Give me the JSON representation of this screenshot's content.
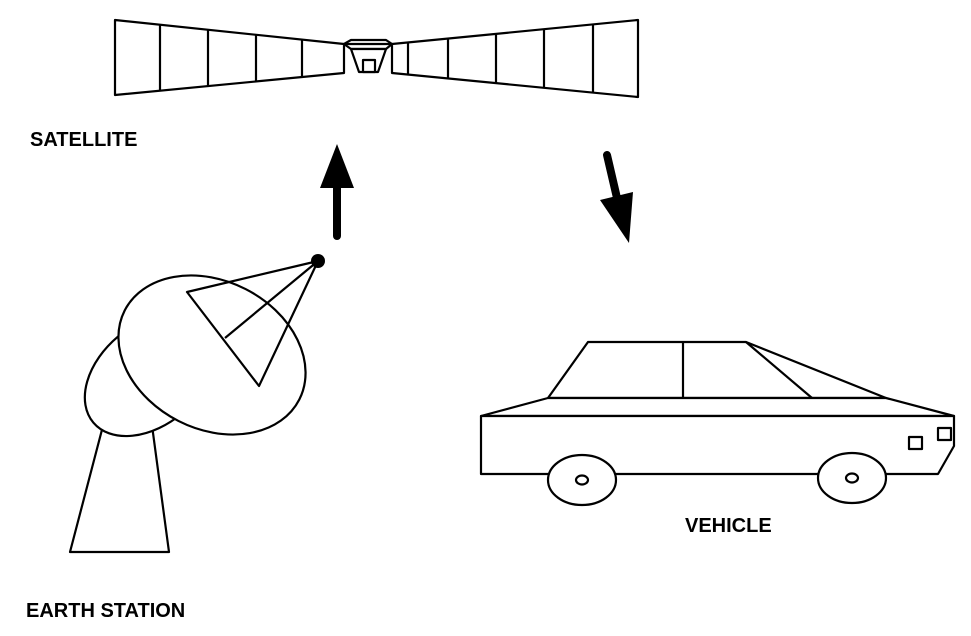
{
  "labels": {
    "satellite": "SATELLITE",
    "earth_station": "EARTH STATION",
    "vehicle": "VEHICLE"
  },
  "colors": {
    "stroke": "#000000",
    "background": "#ffffff"
  },
  "links": [
    {
      "from": "earth_station",
      "to": "satellite",
      "icon": "uplink-arrow-icon"
    },
    {
      "from": "satellite",
      "to": "vehicle",
      "icon": "downlink-arrow-icon"
    }
  ]
}
